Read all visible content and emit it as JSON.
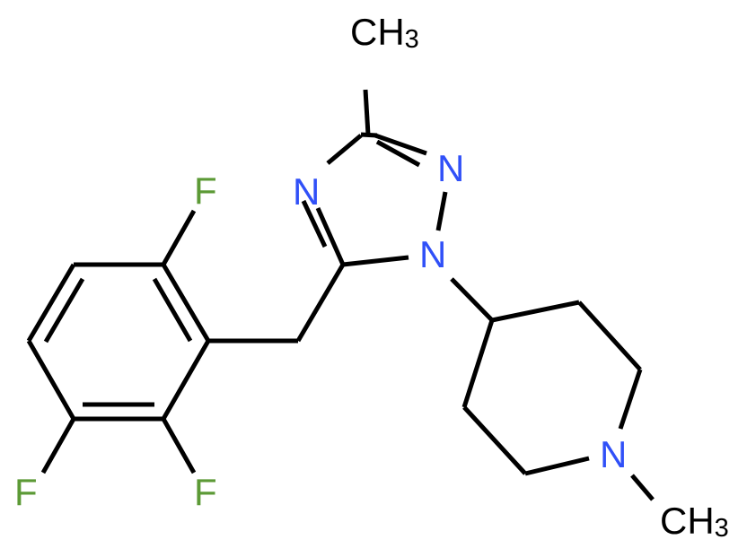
{
  "diagram": {
    "type": "chemical-structure",
    "colors": {
      "bond": "#000000",
      "nitrogen": "#3050F8",
      "fluorine": "#5C9A36",
      "carbon": "#000000",
      "background": "#ffffff"
    },
    "labels": {
      "ch3_top": {
        "main": "CH",
        "sub": "3"
      },
      "ch3_bottom": {
        "main": "CH",
        "sub": "3"
      },
      "n_triazole_4": "N",
      "n_triazole_2": "N",
      "n_triazole_1": "N",
      "n_piperidine": "N",
      "f_top": "F",
      "f_bottom_left": "F",
      "f_bottom_right": "F"
    }
  }
}
